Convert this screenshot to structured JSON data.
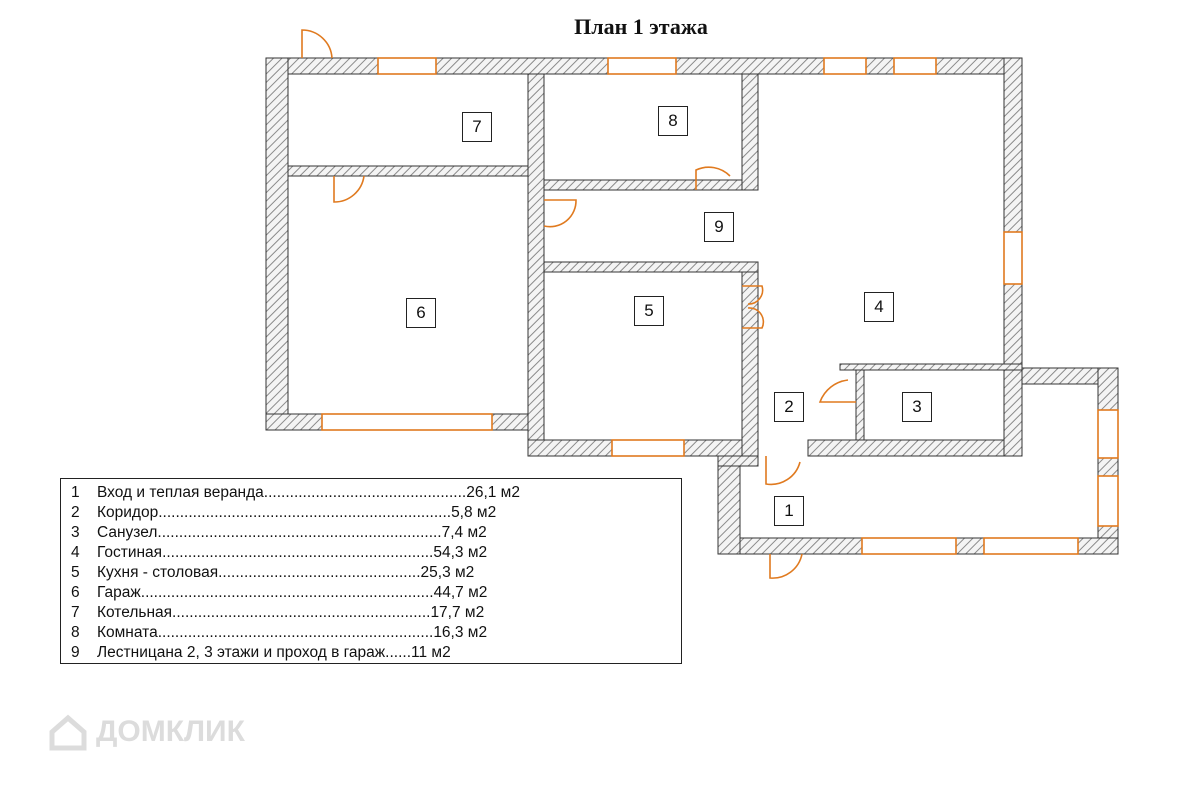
{
  "title": "План 1 этажа",
  "rooms": [
    {
      "number": "1",
      "name": "Вход и теплая веранда",
      "area": "26,1 м2",
      "leader": "..............................................."
    },
    {
      "number": "2",
      "name": "Коридор",
      "area": "5,8 м2",
      "leader": "...................................................................."
    },
    {
      "number": "3",
      "name": "Санузел",
      "area": "7,4 м2",
      "leader": ".................................................................."
    },
    {
      "number": "4",
      "name": "Гостиная",
      "area": "54,3 м2",
      "leader": "..............................................................."
    },
    {
      "number": "5",
      "name": "Кухня - столовая",
      "area": "25,3 м2",
      "leader": "..............................................."
    },
    {
      "number": "6",
      "name": "Гараж",
      "area": "44,7 м2",
      "leader": "...................................................................."
    },
    {
      "number": "7",
      "name": "Котельная",
      "area": "17,7 м2",
      "leader": "............................................................"
    },
    {
      "number": "8",
      "name": "Комната",
      "area": "16,3 м2",
      "leader": "................................................................"
    },
    {
      "number": "9",
      "name": "Лестницана 2, 3 этажи и проход в гараж",
      "area": "11 м2",
      "leader": "......"
    }
  ],
  "watermark": "ДОМКЛИК",
  "colors": {
    "wall_hatch": "#888888",
    "wall_outline": "#333333",
    "window_door": "#e07a1f"
  }
}
